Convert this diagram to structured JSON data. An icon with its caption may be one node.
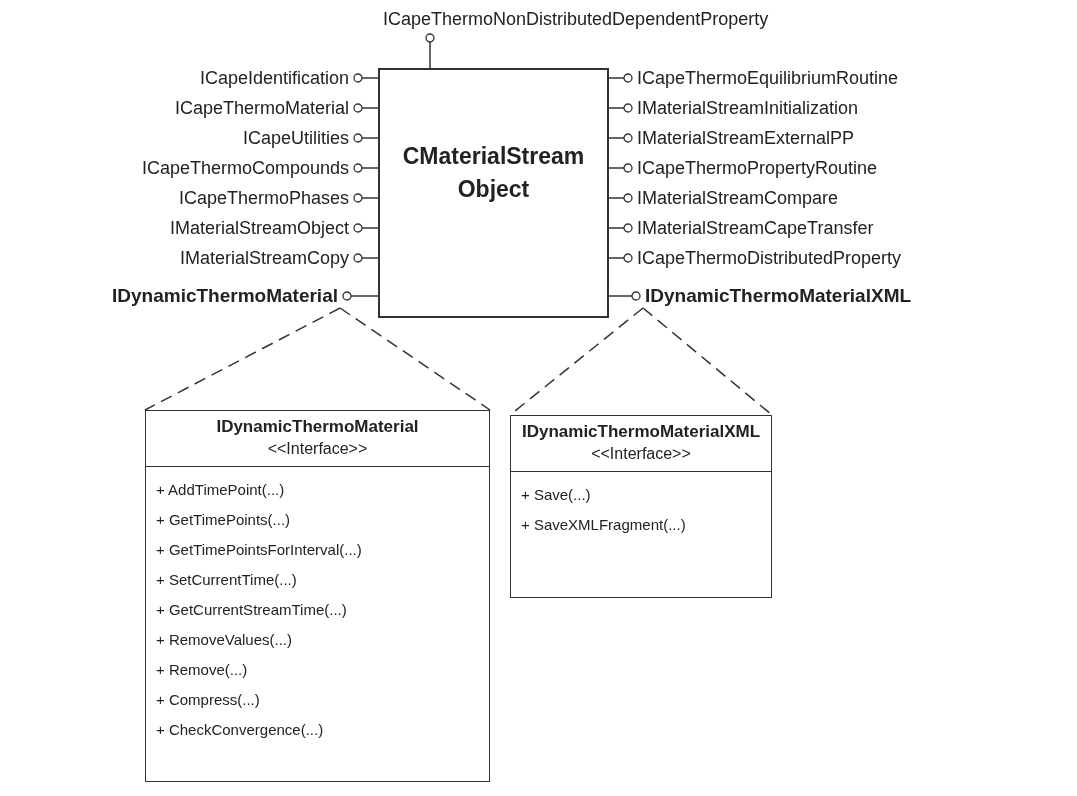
{
  "diagram": {
    "nodes": [
      {
        "text": [
          "ICapeThermoNonDistributedDependentProperty"
        ]
      },
      {
        "text": [
          "CMaterialStream Object"
        ]
      },
      {
        "text": [
          "ICapeIdentification"
        ]
      },
      {
        "text": [
          "ICapeThermoMaterial"
        ]
      },
      {
        "text": [
          "ICapeUtilities"
        ]
      },
      {
        "text": [
          "ICapeThermoCompounds"
        ]
      },
      {
        "text": [
          "ICapeThermoPhases"
        ]
      },
      {
        "text": [
          "IMaterialStreamObject"
        ]
      },
      {
        "text": [
          "IMaterialStreamCopy"
        ]
      },
      {
        "text": [
          "IDynamicThermoMaterial"
        ]
      },
      {
        "text": [
          "ICapeThermoEquilibriumRoutine"
        ]
      },
      {
        "text": [
          "IMaterialStreamInitialization"
        ]
      },
      {
        "text": [
          "IMaterialStreamExternalPP"
        ]
      },
      {
        "text": [
          "ICapeThermoPropertyRoutine"
        ]
      },
      {
        "text": [
          "IMaterialStreamCompare"
        ]
      },
      {
        "text": [
          "IMaterialStreamCapeTransfer"
        ]
      },
      {
        "text": [
          "ICapeThermoDistributedProperty"
        ]
      },
      {
        "text": [
          "IDynamicThermoMaterialXML"
        ]
      },
      {
        "text": [
          "IDynamicThermoMaterial",
          "<<Interface>>",
          "+ AddTimePoint(...)",
          "+ GetTimePoints(...)",
          "+ GetTimePointsForInterval(...)",
          "+ SetCurrentTime(...)",
          "+ GetCurrentStreamTime(...)",
          "+ RemoveValues(...)",
          "+ Remove(...)",
          "+ Compress(...)",
          "+ CheckConvergence(...)"
        ]
      },
      {
        "text": [
          "IDynamicThermoMaterialXML",
          "<<Interface>>",
          "+ Save(...)",
          "+ SaveXMLFragment(...)"
        ]
      }
    ],
    "edges": [
      {
        "from": 1,
        "to": 0,
        "arrow": "other"
      },
      {
        "from": 1,
        "to": 2,
        "arrow": "other"
      },
      {
        "from": 1,
        "to": 3,
        "arrow": "other"
      },
      {
        "from": 1,
        "to": 4,
        "arrow": "other"
      },
      {
        "from": 1,
        "to": 5,
        "arrow": "other"
      },
      {
        "from": 1,
        "to": 6,
        "arrow": "other"
      },
      {
        "from": 1,
        "to": 7,
        "arrow": "other"
      },
      {
        "from": 1,
        "to": 8,
        "arrow": "other"
      },
      {
        "from": 1,
        "to": 9,
        "arrow": "other"
      },
      {
        "from": 1,
        "to": 10,
        "arrow": "other"
      },
      {
        "from": 1,
        "to": 11,
        "arrow": "other"
      },
      {
        "from": 1,
        "to": 12,
        "arrow": "other"
      },
      {
        "from": 1,
        "to": 13,
        "arrow": "other"
      },
      {
        "from": 1,
        "to": 14,
        "arrow": "other"
      },
      {
        "from": 1,
        "to": 15,
        "arrow": "other"
      },
      {
        "from": 1,
        "to": 16,
        "arrow": "other"
      },
      {
        "from": 1,
        "to": 17,
        "arrow": "other"
      },
      {
        "from": 9,
        "to": 18,
        "arrow": "none",
        "style": "dashed"
      },
      {
        "from": 9,
        "to": 18,
        "arrow": "none",
        "style": "dashed"
      },
      {
        "from": 17,
        "to": 19,
        "arrow": "none",
        "style": "dashed"
      },
      {
        "from": 17,
        "to": 19,
        "arrow": "none",
        "style": "dashed"
      }
    ]
  }
}
